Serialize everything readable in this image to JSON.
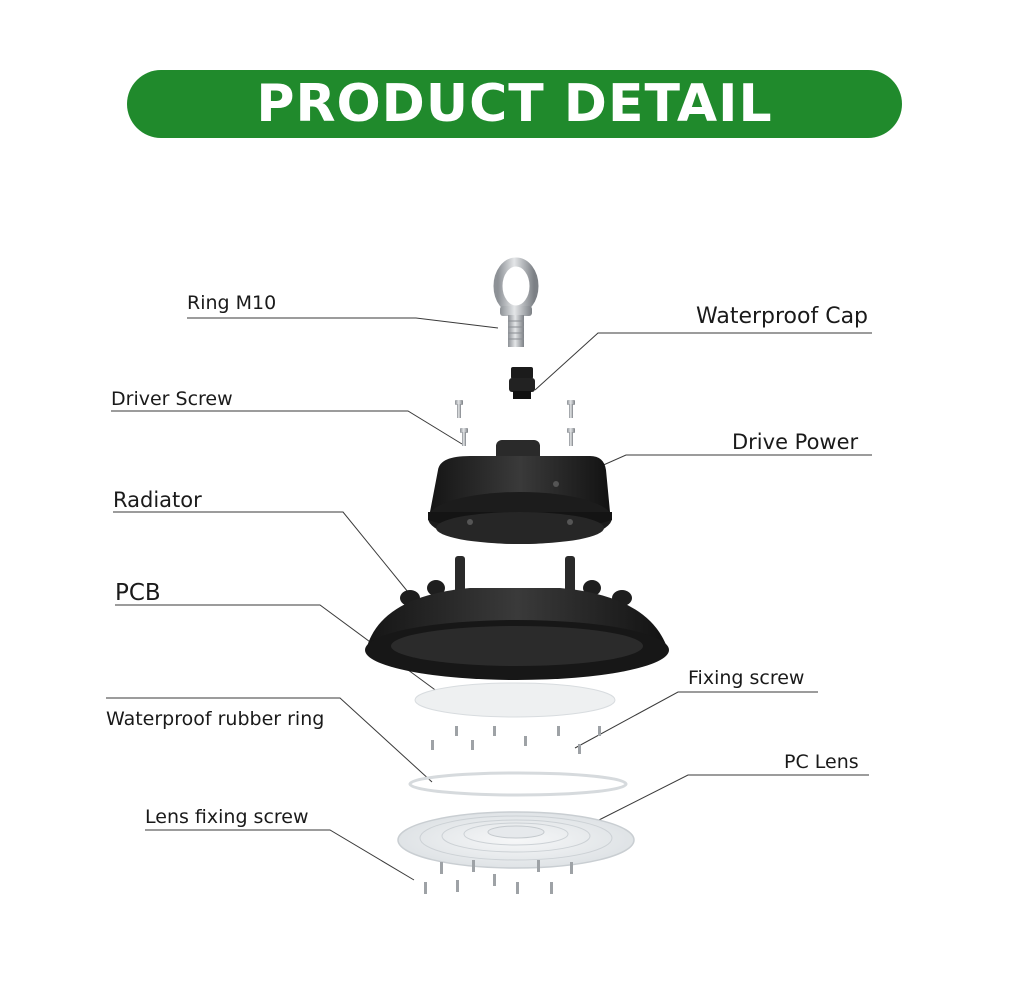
{
  "header": {
    "title": "PRODUCT DETAIL"
  },
  "colors": {
    "banner_green": "#208a2c",
    "housing_black": "#1e1e1e",
    "leader_line": "#3a3a3a",
    "steel": "#b8bcc0"
  },
  "labels": {
    "ring": "Ring M10",
    "waterproof_cap": "Waterproof  Cap",
    "driver_screw": "Driver Screw",
    "drive_power": "Drive Power",
    "radiator": "Radiator",
    "pcb": "PCB",
    "fixing_screw": "Fixing screw",
    "rubber_ring": "Waterproof rubber ring",
    "pc_lens": "PC Lens",
    "lens_fixing_screw": "Lens fixing screw"
  }
}
